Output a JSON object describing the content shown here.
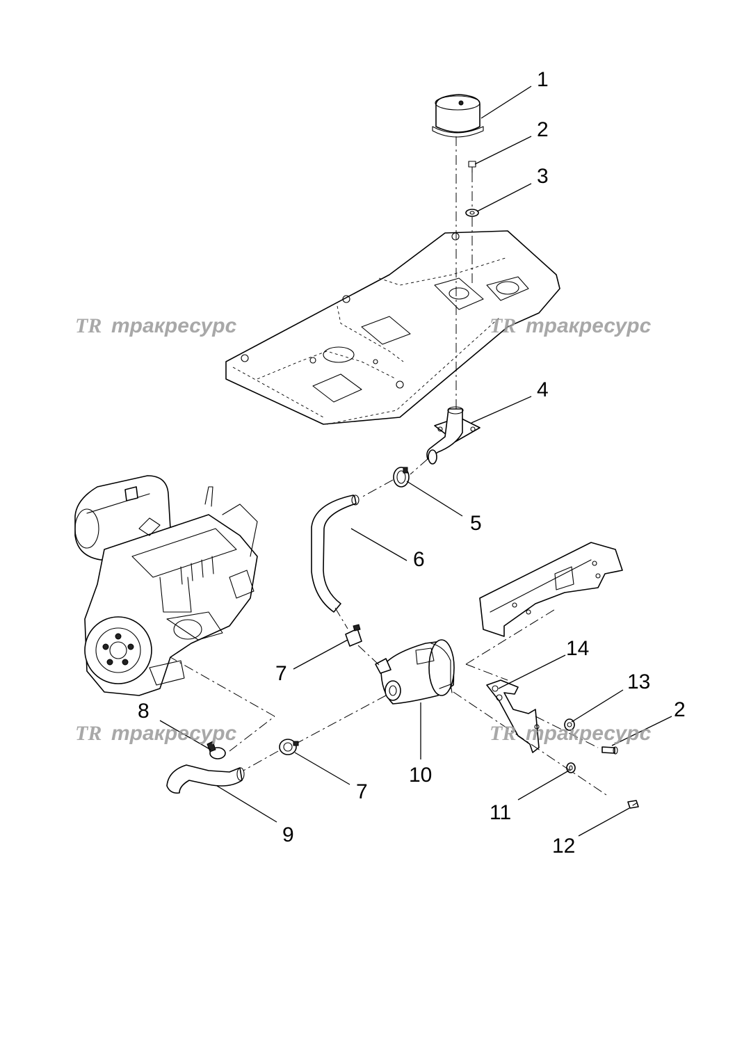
{
  "diagram": {
    "callouts": [
      {
        "id": "c1",
        "label": "1"
      },
      {
        "id": "c2a",
        "label": "2"
      },
      {
        "id": "c3",
        "label": "3"
      },
      {
        "id": "c4",
        "label": "4"
      },
      {
        "id": "c5",
        "label": "5"
      },
      {
        "id": "c6",
        "label": "6"
      },
      {
        "id": "c7a",
        "label": "7"
      },
      {
        "id": "c8",
        "label": "8"
      },
      {
        "id": "c7b",
        "label": "7"
      },
      {
        "id": "c9",
        "label": "9"
      },
      {
        "id": "c10",
        "label": "10"
      },
      {
        "id": "c14",
        "label": "14"
      },
      {
        "id": "c13",
        "label": "13"
      },
      {
        "id": "c2b",
        "label": "2"
      },
      {
        "id": "c11",
        "label": "11"
      },
      {
        "id": "c12",
        "label": "12"
      }
    ],
    "watermark": {
      "logo": "TR",
      "text": "тракресурс"
    }
  }
}
